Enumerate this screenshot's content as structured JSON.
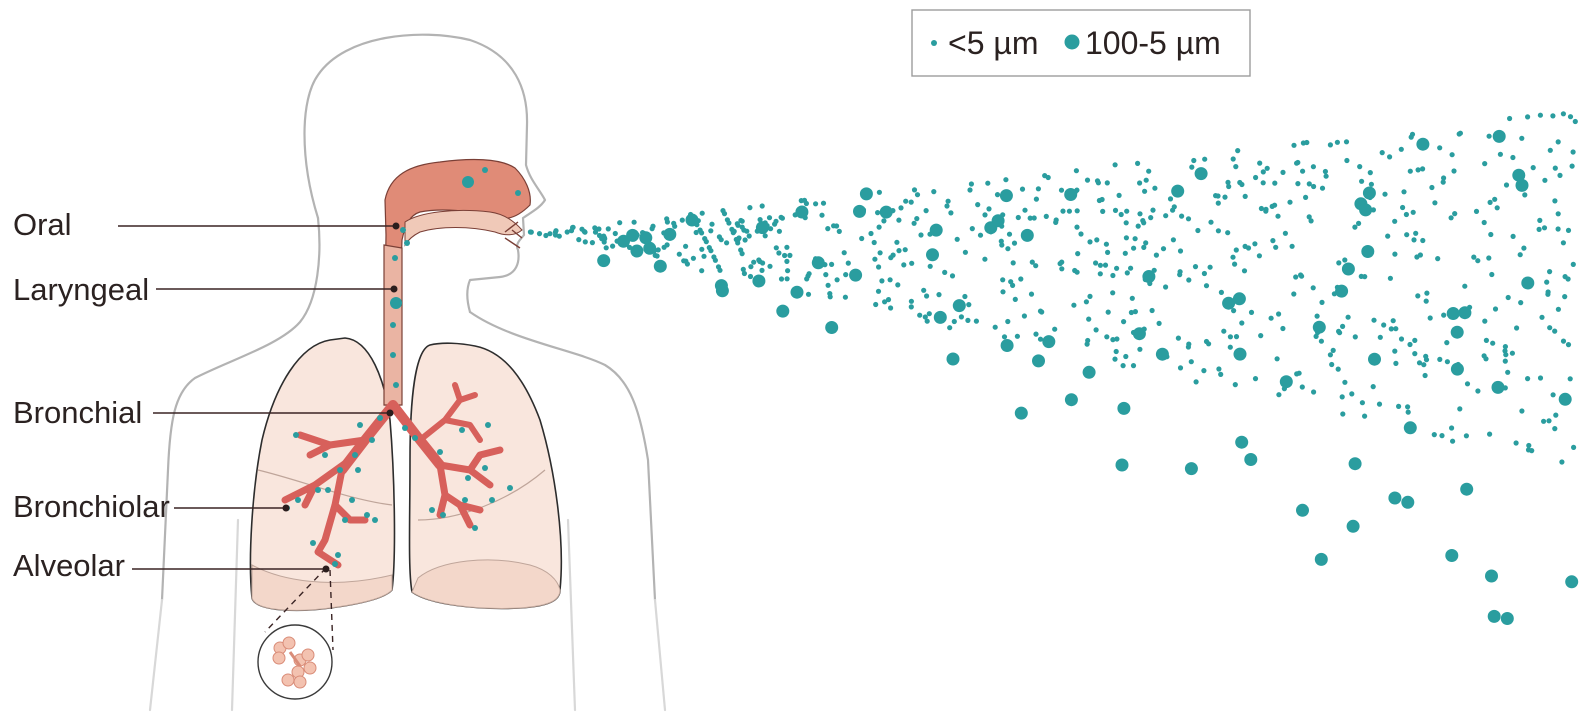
{
  "labels": {
    "oral": "Oral",
    "laryngeal": "Laryngeal",
    "bronchial": "Bronchial",
    "bronchiolar": "Bronchiolar",
    "alveolar": "Alveolar"
  },
  "legend": {
    "small": "<5 µm",
    "large": "100-5 µm"
  },
  "colors": {
    "particle": "#2a9d9f",
    "airway": "#df8a78",
    "bronchi": "#d9675f",
    "lung": "#f8e3da",
    "outline": "#b5b5b5"
  }
}
